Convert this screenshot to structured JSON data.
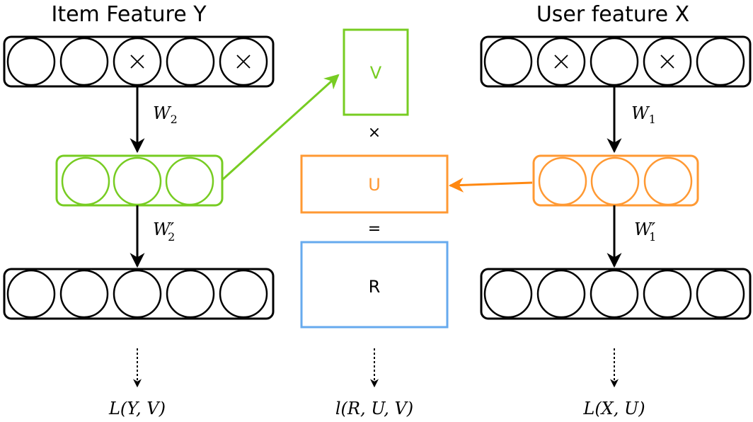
{
  "left": {
    "title": "Item Feature Y",
    "weight_top": {
      "base": "W",
      "sub": "2"
    },
    "weight_bottom": {
      "base": "W",
      "sub": "2",
      "prime": "′"
    },
    "loss": "L(Y, V)",
    "input_marks": [
      false,
      false,
      true,
      false,
      true
    ]
  },
  "right": {
    "title": "User feature X",
    "weight_top": {
      "base": "W",
      "sub": "1"
    },
    "weight_bottom": {
      "base": "W",
      "sub": "1",
      "prime": "′"
    },
    "loss": "L(X, U)",
    "input_marks": [
      false,
      true,
      false,
      true,
      false
    ]
  },
  "center": {
    "v_label": "V",
    "times": "×",
    "u_label": "U",
    "equals": "=",
    "r_label": "R",
    "loss": "l(R, U, V)"
  },
  "colors": {
    "green": "#77cc22",
    "orange": "#ff9933",
    "orange_arrow": "#ff8811",
    "blue": "#66aaee",
    "black": "#000000"
  },
  "icons": {
    "dropout_mark": "x-mark-icon"
  }
}
